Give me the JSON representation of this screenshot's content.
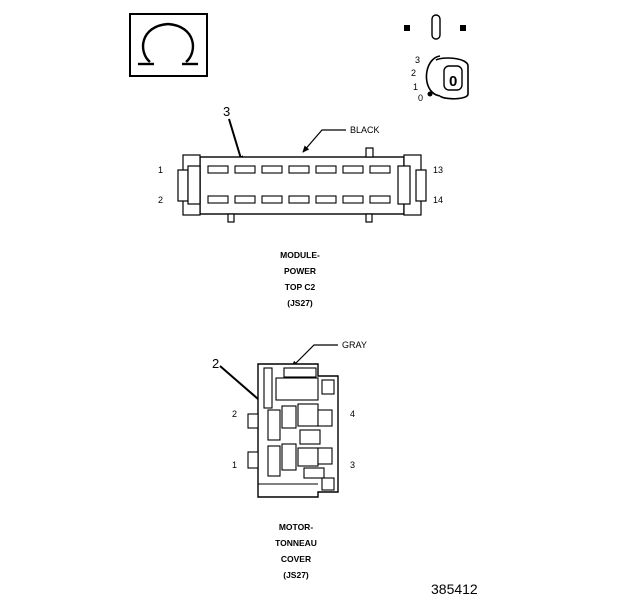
{
  "icon_box": {
    "symbol": "Ω"
  },
  "key_switch": {
    "position_labels": [
      "3",
      "2",
      "1",
      "0"
    ],
    "key_letter": "0"
  },
  "connector_top": {
    "callout_number": "3",
    "color_label": "BLACK",
    "pin_labels": {
      "top_left": "1",
      "bottom_left": "2",
      "top_right": "13",
      "bottom_right": "14"
    },
    "caption_lines": [
      "MODULE-",
      "POWER",
      "TOP C2",
      "(JS27)"
    ]
  },
  "connector_bottom": {
    "callout_number": "2",
    "color_label": "GRAY",
    "pin_labels": {
      "upper_left": "2",
      "upper_right": "4",
      "lower_left": "1",
      "lower_right": "3"
    },
    "caption_lines": [
      "MOTOR-",
      "TONNEAU",
      "COVER",
      "(JS27)"
    ]
  },
  "figure_number": "385412"
}
